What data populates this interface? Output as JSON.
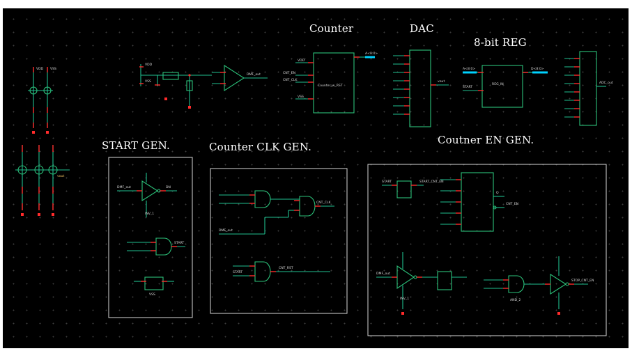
{
  "titles": {
    "counter": "Counter",
    "dac": "DAC",
    "reg": "8-bit REG",
    "start_gen": "START GEN.",
    "counter_clk_gen": "Counter CLK GEN.",
    "counter_en_gen": "Coutner EN GEN."
  },
  "nets": {
    "vdd": "VDD",
    "vss": "VSS",
    "start": "START",
    "vout": "vout",
    "dmf_out": "DMF_out",
    "cnt_clk": "CNT_CLK",
    "cnt_en": "CNT_EN",
    "cnt_rst": "CNT_RST",
    "adc_out": "ADC_out",
    "a_bus": "A<8:0>",
    "d_bus": "D<8:0>",
    "dn": "DN",
    "q": "Q",
    "start_cnt_en": "START_CNT_EN",
    "stop_cnt_en": "STOP_CNT_EN",
    "counter_inst": "Counter_w_RST",
    "reg_inst": "REG_IN",
    "inv_inst": "INV_1",
    "and_inst": "AND_2"
  },
  "colors": {
    "background": "#000000",
    "wire": "#1fbf8f",
    "pin": "#ff2b2b",
    "bus": "#00d2ff",
    "frame": "#d8d8d8",
    "title": "#ffffff"
  }
}
